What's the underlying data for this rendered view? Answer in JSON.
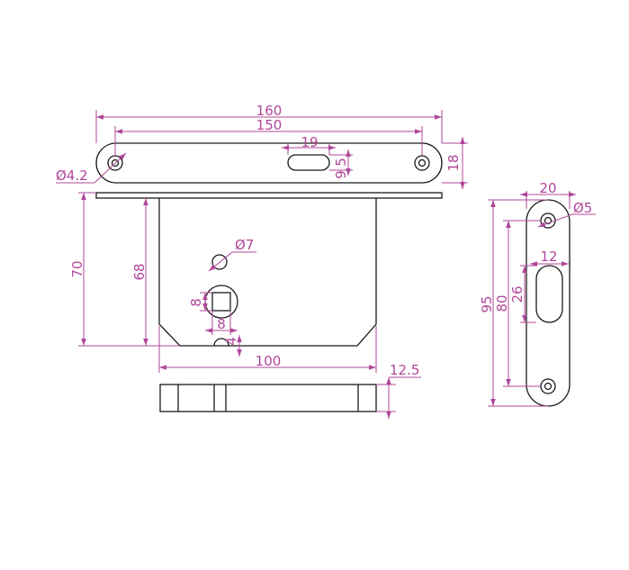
{
  "dimensions": {
    "faceplate_length": "160",
    "hole_spacing": "150",
    "slot_length": "19",
    "slot_width": "5",
    "slot_gap": "9",
    "faceplate_height": "18",
    "hole_diameter": "Ø4.2",
    "body_height": "70",
    "case_height": "68",
    "small_hole_diameter": "Ø7",
    "spindle_height": "8",
    "spindle_width": "8",
    "bottom_offset": "4",
    "body_width": "100",
    "body_thickness": "12.5",
    "strike_width": "20",
    "strike_hole_diameter": "Ø5",
    "strike_slot_width": "12",
    "strike_slot_height": "26",
    "strike_hole_spacing": "80",
    "strike_length": "95"
  },
  "colors": {
    "dimension": "#b0479a",
    "outline": "#1a1a1a"
  }
}
